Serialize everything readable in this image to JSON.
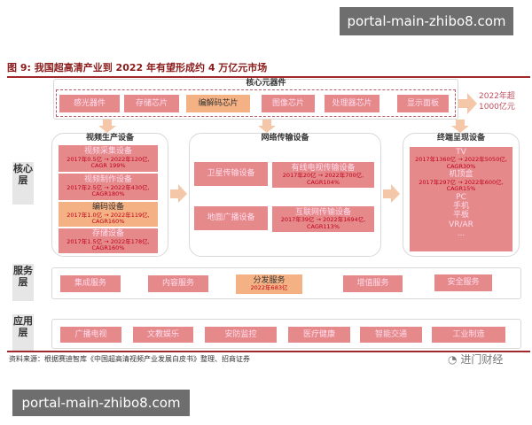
{
  "watermark": "portal-main-zhibo8.com",
  "title": "图 9: 我国超高清产业到 2022 年有望形成约 4 万亿元市场",
  "core_components": {
    "label": "核心元器件",
    "items": [
      "感光器件",
      "存储芯片",
      "编解码芯片",
      "图像芯片",
      "处理器芯片",
      "显示面板"
    ],
    "highlight": 2,
    "market_line1": "2022年超",
    "market_line2": "1000亿元"
  },
  "layers": {
    "core": "核心层",
    "service": "服务层",
    "app": "应用层"
  },
  "production": {
    "label": "视频生产设备",
    "items": [
      {
        "name": "视频采集设备",
        "detail": "2017年0.5亿 → 2022年120亿,",
        "cagr": "CAGR 199%"
      },
      {
        "name": "视频制作设备",
        "detail": "2017年2.5亿 → 2022年430亿,",
        "cagr": "CAGR180%"
      },
      {
        "name": "编码设备",
        "detail": "2017年1.0亿 → 2022年119亿,",
        "cagr": "CAGR160%"
      },
      {
        "name": "存储设备",
        "detail": "2017年1.5亿 → 2022年178亿,",
        "cagr": "CAGR160%"
      }
    ]
  },
  "network": {
    "label": "网络传输设备",
    "satellite": "卫星传输设备",
    "terrestrial": "地面广播设备",
    "cable": {
      "name": "有线电视传输设备",
      "detail": "2017年20亿 → 2022年700亿,",
      "cagr": "CAGR104%"
    },
    "internet": {
      "name": "互联网传输设备",
      "detail": "2017年39亿 → 2022年1694亿,",
      "cagr": "CAGR113%"
    }
  },
  "terminal": {
    "label": "终端呈现设备",
    "tv": "TV",
    "tv_detail": "2017年1360亿 → 2022年5050亿,",
    "tv_cagr": "CAGR30%",
    "stb": "机顶盒",
    "stb_detail": "2017年297亿 → 2022年600亿,",
    "stb_cagr": "CAGR15%",
    "others": [
      "PC",
      "手机",
      "平板",
      "VR/AR",
      "..."
    ]
  },
  "services": [
    "集成服务",
    "内容服务",
    "分发服务",
    "增值服务",
    "安全服务"
  ],
  "service_highlight_detail": "2022年683亿",
  "apps": [
    "广播电视",
    "文教娱乐",
    "安防监控",
    "医疗健康",
    "智能交通",
    "工业制造"
  ],
  "brand": "进门财经",
  "source": "资料来源：根据赛迪智库《中国超高清视频产业发展白皮书》整理、招商证券",
  "colors": {
    "pink": "#e5898b",
    "orange": "#f4b183",
    "rule": "#a0282a"
  }
}
